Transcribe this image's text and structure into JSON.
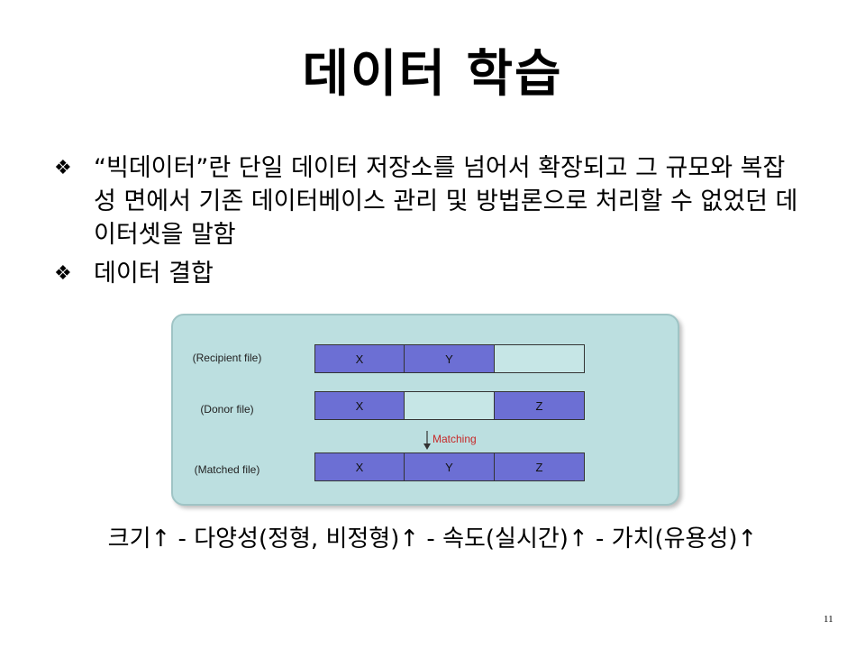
{
  "slide": {
    "title": "데이터 학습",
    "bullets": [
      {
        "icon": "diamond-bullet-icon",
        "text": "“빅데이터”란 단일 데이터 저장소를 넘어서 확장되고 그 규모와 복잡성 면에서 기존 데이터베이스 관리 및 방법론으로 처리할 수 없었던 데이터셋을 말함"
      },
      {
        "icon": "diamond-bullet-icon",
        "text": "데이터 결합"
      }
    ],
    "diagram": {
      "rows": [
        {
          "label": "(Recipient file)",
          "cells": [
            {
              "text": "X",
              "filled": true
            },
            {
              "text": "Y",
              "filled": true
            },
            {
              "text": "",
              "filled": false
            }
          ]
        },
        {
          "label": "(Donor file)",
          "cells": [
            {
              "text": "X",
              "filled": true
            },
            {
              "text": "",
              "filled": false
            },
            {
              "text": "Z",
              "filled": true
            }
          ]
        },
        {
          "label": "(Matched file)",
          "cells": [
            {
              "text": "X",
              "filled": true
            },
            {
              "text": "Y",
              "filled": true
            },
            {
              "text": "Z",
              "filled": true
            }
          ]
        }
      ],
      "matching_label": "Matching",
      "colors": {
        "filled": "#6c6fd4",
        "empty": "#c6e6e6",
        "background": "#bcdfe0",
        "matching": "#c62828"
      }
    },
    "summary": "크기↑ - 다양성(정형, 비정형)↑ - 속도(실시간)↑ - 가치(유용성)↑",
    "page_number": "11"
  }
}
